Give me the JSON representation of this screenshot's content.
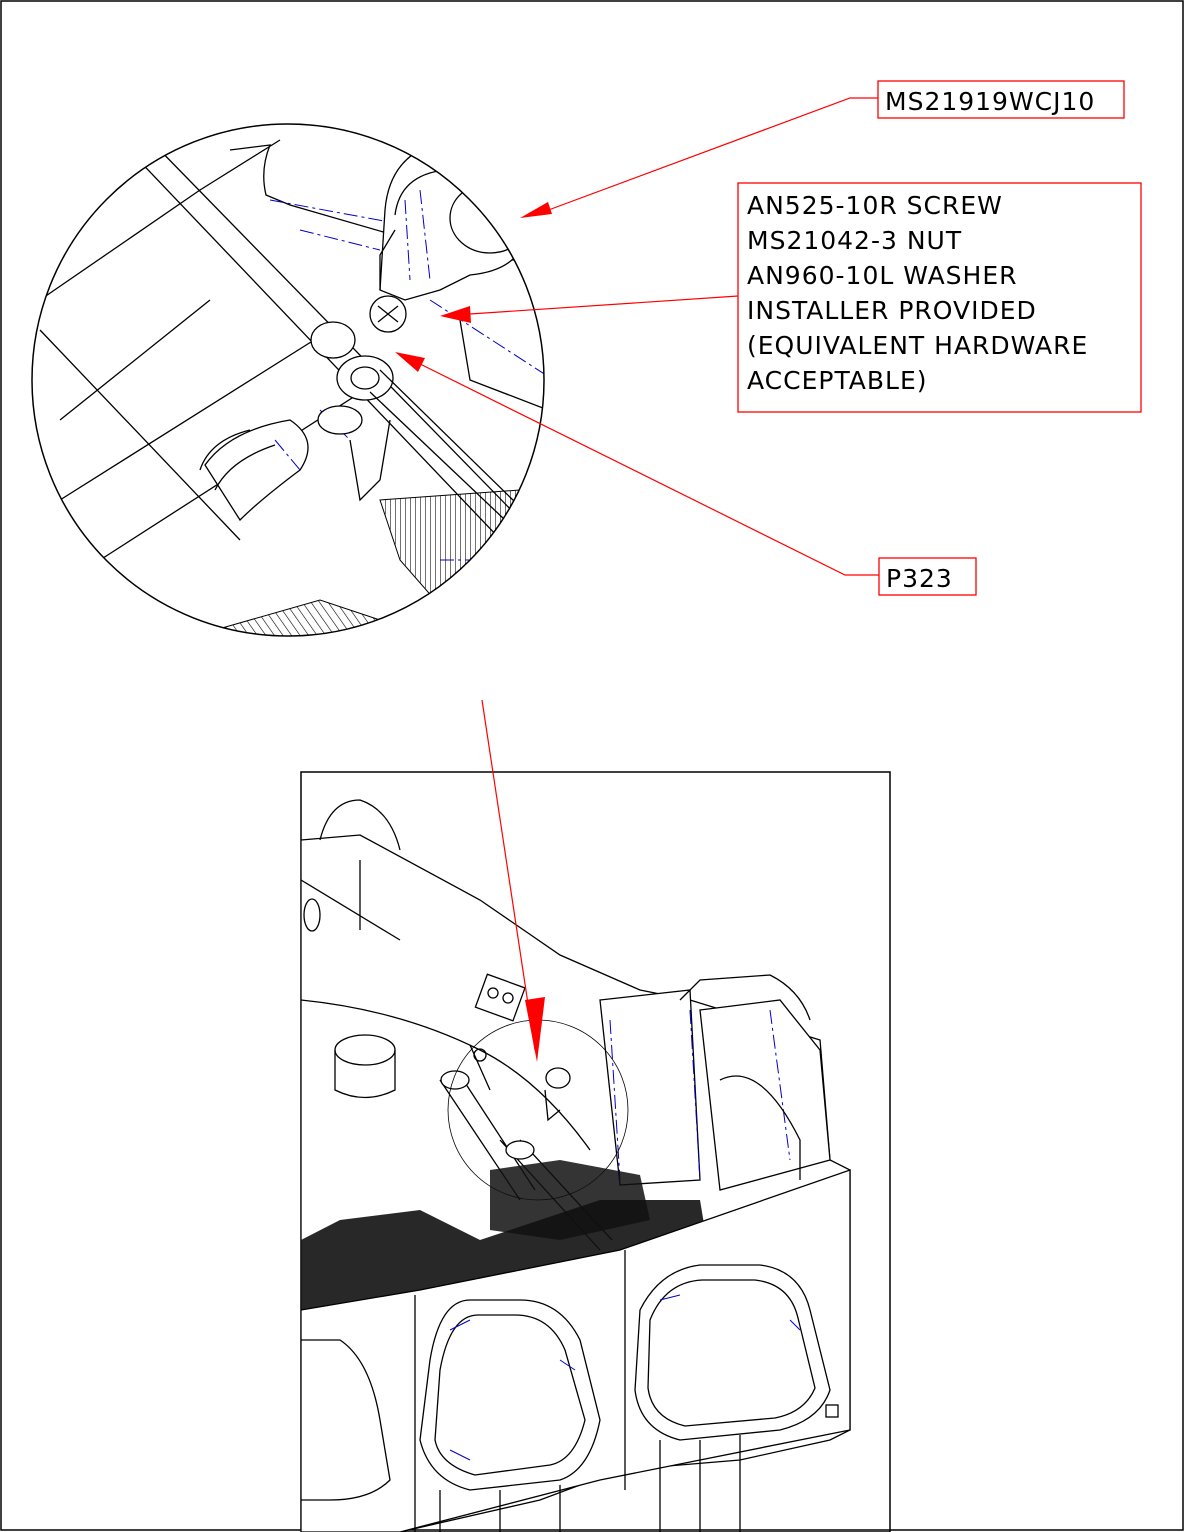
{
  "callouts": {
    "clamp": {
      "text": "MS21919WCJ10"
    },
    "hardware": {
      "lines": [
        "AN525-10R SCREW",
        "MS21042-3 NUT",
        "AN960-10L WASHER",
        "INSTALLER PROVIDED",
        "(EQUIVALENT HARDWARE",
        "ACCEPTABLE)"
      ]
    },
    "bracket": {
      "text": "P323"
    }
  },
  "colors": {
    "outline": "#000000",
    "leader": "#ff0000",
    "hidden_line": "#0000cc"
  }
}
